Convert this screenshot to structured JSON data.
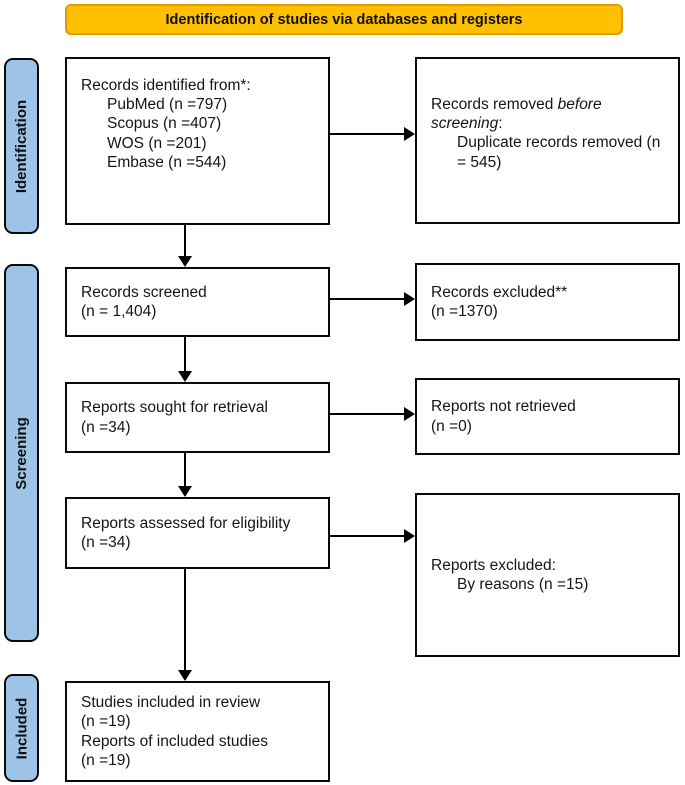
{
  "banner": {
    "title": "Identification of studies via databases and registers"
  },
  "colors": {
    "banner_fill": "#FFC000",
    "banner_border": "#E29A00",
    "stage_fill": "#9DC3E6",
    "line": "#000000"
  },
  "stages": {
    "identification": "Identification",
    "screening": "Screening",
    "included": "Included"
  },
  "boxes": {
    "identified": {
      "title": "Records identified from*:",
      "items": [
        "PubMed (n =797)",
        "Scopus (n =407)",
        "WOS (n =201)",
        "Embase (n =544)"
      ]
    },
    "removed_before": {
      "prefix": "Records removed ",
      "italic": "before screening",
      "suffix": ":",
      "item": "Duplicate records removed (n = 545)"
    },
    "screened": {
      "line1": "Records screened",
      "line2": "(n = 1,404)"
    },
    "records_excluded": {
      "line1": "Records excluded**",
      "line2": "(n =1370)"
    },
    "sought": {
      "line1": "Reports sought for retrieval",
      "line2": "(n =34)"
    },
    "not_retrieved": {
      "line1": "Reports not retrieved",
      "line2": "(n =0)"
    },
    "assessed": {
      "line1": "Reports assessed for eligibility",
      "line2": "(n =34)"
    },
    "reports_excluded": {
      "title": "Reports excluded:",
      "item": "By reasons (n =15)"
    },
    "included_studies": {
      "line1": "Studies included in review",
      "line2": "(n =19)",
      "line3": "Reports of included studies",
      "line4": "(n =19)"
    }
  }
}
